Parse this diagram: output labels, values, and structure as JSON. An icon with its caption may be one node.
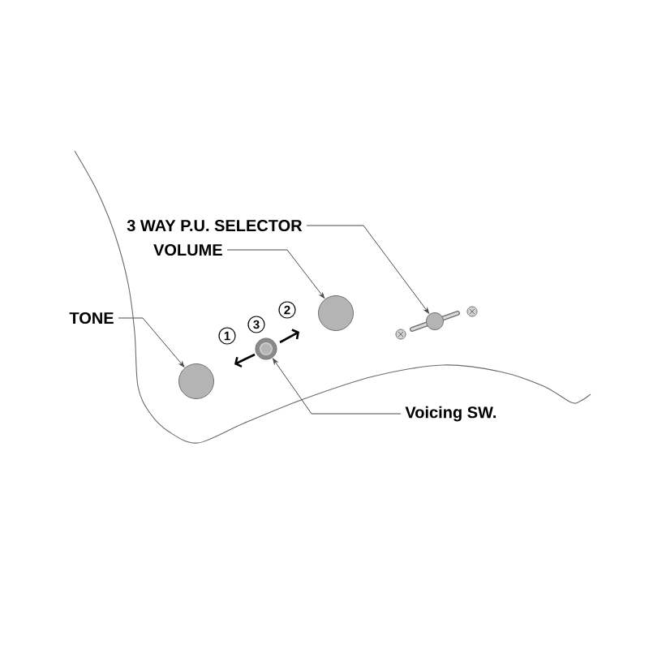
{
  "diagram": {
    "nodes": [
      {
        "text": [
          "3 WAY P.U. SELECTOR"
        ]
      },
      {
        "text": [
          "VOLUME"
        ]
      },
      {
        "text": [],
        "shape": "circle"
      },
      {
        "text": [],
        "shape": "circle"
      },
      {
        "text": [
          "TONE"
        ]
      },
      {
        "text": [
          "1"
        ]
      },
      {
        "text": [
          "3"
        ]
      },
      {
        "text": [
          "2"
        ]
      },
      {
        "text": [],
        "shape": "circle"
      },
      {
        "text": [],
        "shape": "circle"
      },
      {
        "text": [
          "Voicing SW."
        ]
      }
    ],
    "edges": [
      {
        "from": 0,
        "to": 3,
        "arrow": "to"
      },
      {
        "from": 1,
        "to": 2,
        "arrow": "to"
      },
      {
        "from": 4,
        "to": 9,
        "arrow": "to"
      },
      {
        "from": 10,
        "to": 8,
        "arrow": "to"
      }
    ]
  }
}
